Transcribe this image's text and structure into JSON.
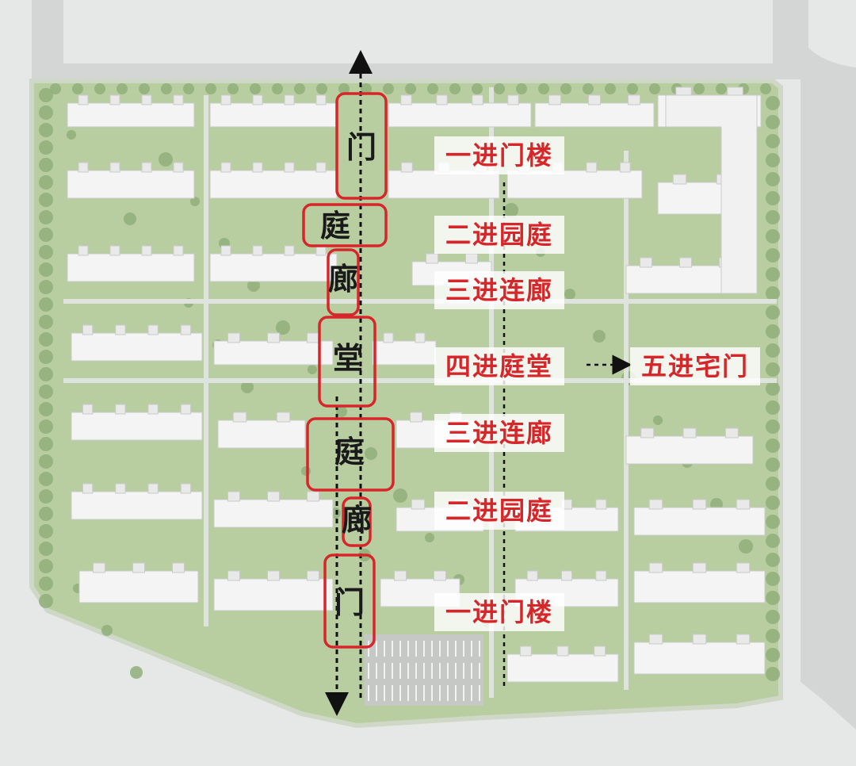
{
  "labels": {
    "gate_tower_top": "一进门楼",
    "garden_court_top": "二进园庭",
    "corridor_top": "三进连廊",
    "court_hall": "四进庭堂",
    "house_gate": "五进宅门",
    "corridor_bottom": "三进连廊",
    "garden_court_bottom": "二进园庭",
    "gate_tower_bottom": "一进门楼"
  },
  "axis": {
    "men_top": "门",
    "ting_top": "庭",
    "lang_top": "廊",
    "tang": "堂",
    "ting_bottom": "庭",
    "lang_bottom": "廊",
    "men_bottom": "门"
  },
  "colors": {
    "accent_red": "#d7262a",
    "ground_green": "#b8cda0",
    "road_gray": "#d4d6d5",
    "building_white": "#f4f4f4"
  }
}
